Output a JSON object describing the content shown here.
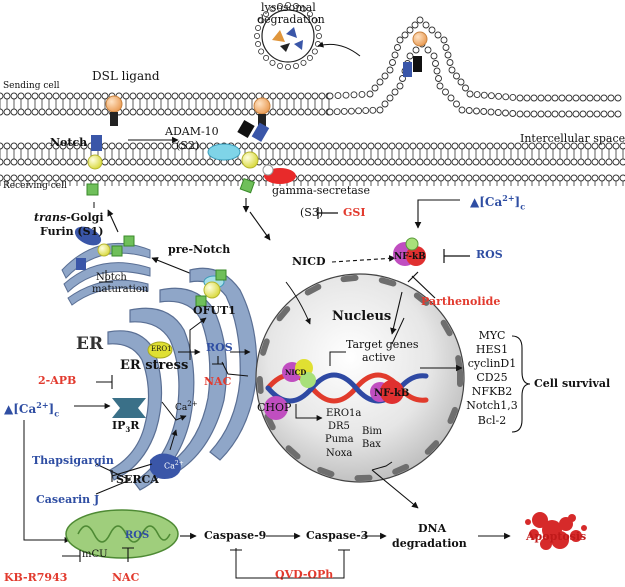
{
  "labels": {
    "lysosomal": "lysosomal",
    "degradation_top": "degradation",
    "sending_cell": "Sending cell",
    "dsl_ligand": "DSL ligand",
    "notch": "Notch",
    "adam10": "ADAM-10",
    "s2": "(S2)",
    "intercellular_space": "Intercellular space",
    "receiving_cell": "Receiving cell",
    "gamma_secretase": "gamma-secretase",
    "s3": "(S3)",
    "gsi": "GSI",
    "ca_top_pre": "[Ca",
    "ca_top_sup": "2+",
    "ca_top_post": "]",
    "ca_top_sub": "c",
    "trans_golgi_it": "trans",
    "trans_golgi_rest": "-Golgi",
    "furin": "Furin (S1)",
    "pre_notch": "pre-Notch",
    "nicd": "NICD",
    "nfkb_top": "NF-kB",
    "ros_right": "ROS",
    "notch_maturation_1": "Notch",
    "notch_maturation_2": "maturation",
    "ofut1": "OFUT1",
    "parthenolide": "Parthenolide",
    "nucleus": "Nucleus",
    "er": "ER",
    "ero1": "ERO1",
    "ros_er": "ROS",
    "target_genes_1": "Target genes",
    "target_genes_2": "active",
    "er_stress": "ER stress",
    "two_apb": "2-APB",
    "nac_er": "NAC",
    "ca_er": "Ca",
    "ca_er_sup": "2+",
    "nicd_dna": "NICD",
    "nfkb_dna": "NF-kB",
    "chop": "CHOP",
    "ip3r": "IP",
    "ip3r_sub": "3",
    "ip3r_post": "R",
    "ca_left_pre": "[Ca",
    "ca_left_sup": "2+",
    "ca_left_post": "]",
    "ca_left_sub": "c",
    "ero1a": "ERO1a",
    "dr5": "DR5",
    "puma": "Puma",
    "noxa": "Noxa",
    "bim": "Bim",
    "bax": "Bax",
    "ca_serca": "Ca",
    "ca_serca_sup": "2+",
    "thapsigargin": "Thapsigargin",
    "serca": "SERCA",
    "casearin": "Casearin J",
    "ros_mito": "ROS",
    "mcu": "mCU",
    "caspase9": "Caspase-9",
    "caspase3": "Caspase-3",
    "dna_1": "DNA",
    "dna_2": "degradation",
    "apoptosis": "Apoptosis",
    "kb": "KB-R7943",
    "nac_mito": "NAC",
    "qvd": "QVD-OPh",
    "cell_survival": "Cell survival"
  },
  "survival_genes": [
    "MYC",
    "HES1",
    "cyclinD1",
    "CD25",
    "NFKB2",
    "Notch1,3",
    "Bcl-2"
  ],
  "colors": {
    "inhibitor_red": "#e23a2e",
    "activator_blue": "#2f4ea3",
    "er_blue": "#8fa6c8",
    "mito_green": "#9fce7c",
    "apoptosis_red": "#d62a2a"
  }
}
